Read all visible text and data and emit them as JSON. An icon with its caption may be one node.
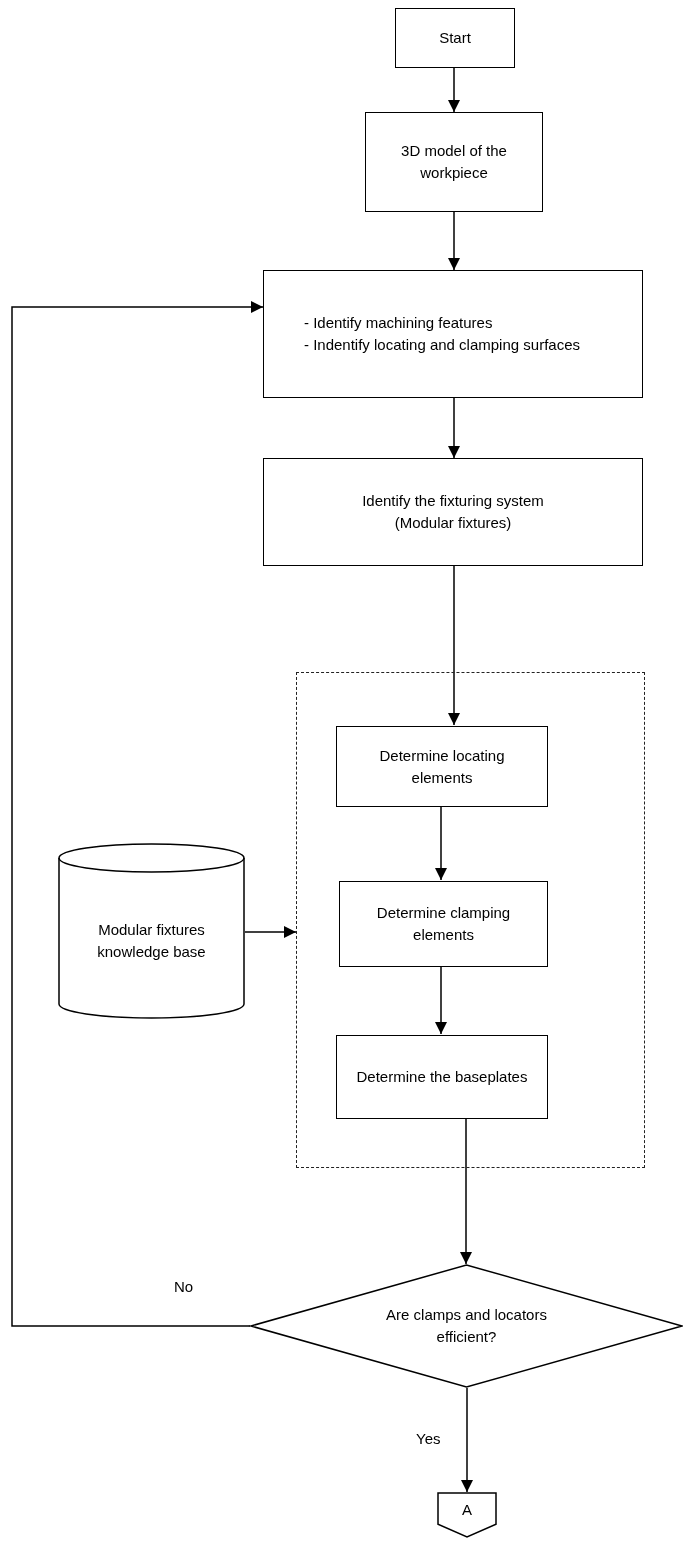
{
  "diagram": {
    "nodes": [
      {
        "text": [
          "Start"
        ]
      },
      {
        "text": [
          "3D model of the workpiece"
        ]
      },
      {
        "text": [
          "- Identify machining features",
          "- Indentify locating and clamping surfaces"
        ]
      },
      {
        "text": [
          "Identify the fixturing system (Modular fixtures)"
        ]
      },
      {
        "text": [],
        "shape": "box"
      },
      {
        "text": [
          "Determine locating elements"
        ],
        "in": 4
      },
      {
        "text": [
          "Determine clamping elements"
        ],
        "in": 4
      },
      {
        "text": [
          "Determine the baseplates"
        ],
        "in": 4
      },
      {
        "text": [
          "Modular fixtures knowledge base"
        ]
      },
      {
        "text": [
          "Are clamps and locators efficient?"
        ]
      },
      {
        "text": [
          "A"
        ]
      }
    ],
    "edges": [
      {
        "from": 0,
        "to": 1,
        "arrow": "to"
      },
      {
        "from": 1,
        "to": 2,
        "arrow": "to"
      },
      {
        "from": 2,
        "to": 3,
        "arrow": "to"
      },
      {
        "from": 3,
        "to": 5,
        "arrow": "to"
      },
      {
        "from": 5,
        "to": 6,
        "arrow": "to"
      },
      {
        "from": 6,
        "to": 7,
        "arrow": "to"
      },
      {
        "from": 7,
        "to": 9,
        "arrow": "to"
      },
      {
        "from": 8,
        "to": 4,
        "arrow": "to"
      },
      {
        "from": 9,
        "to": 2,
        "arrow": "to",
        "label": "No"
      },
      {
        "from": 9,
        "to": 10,
        "arrow": "to",
        "label": "Yes"
      }
    ]
  }
}
